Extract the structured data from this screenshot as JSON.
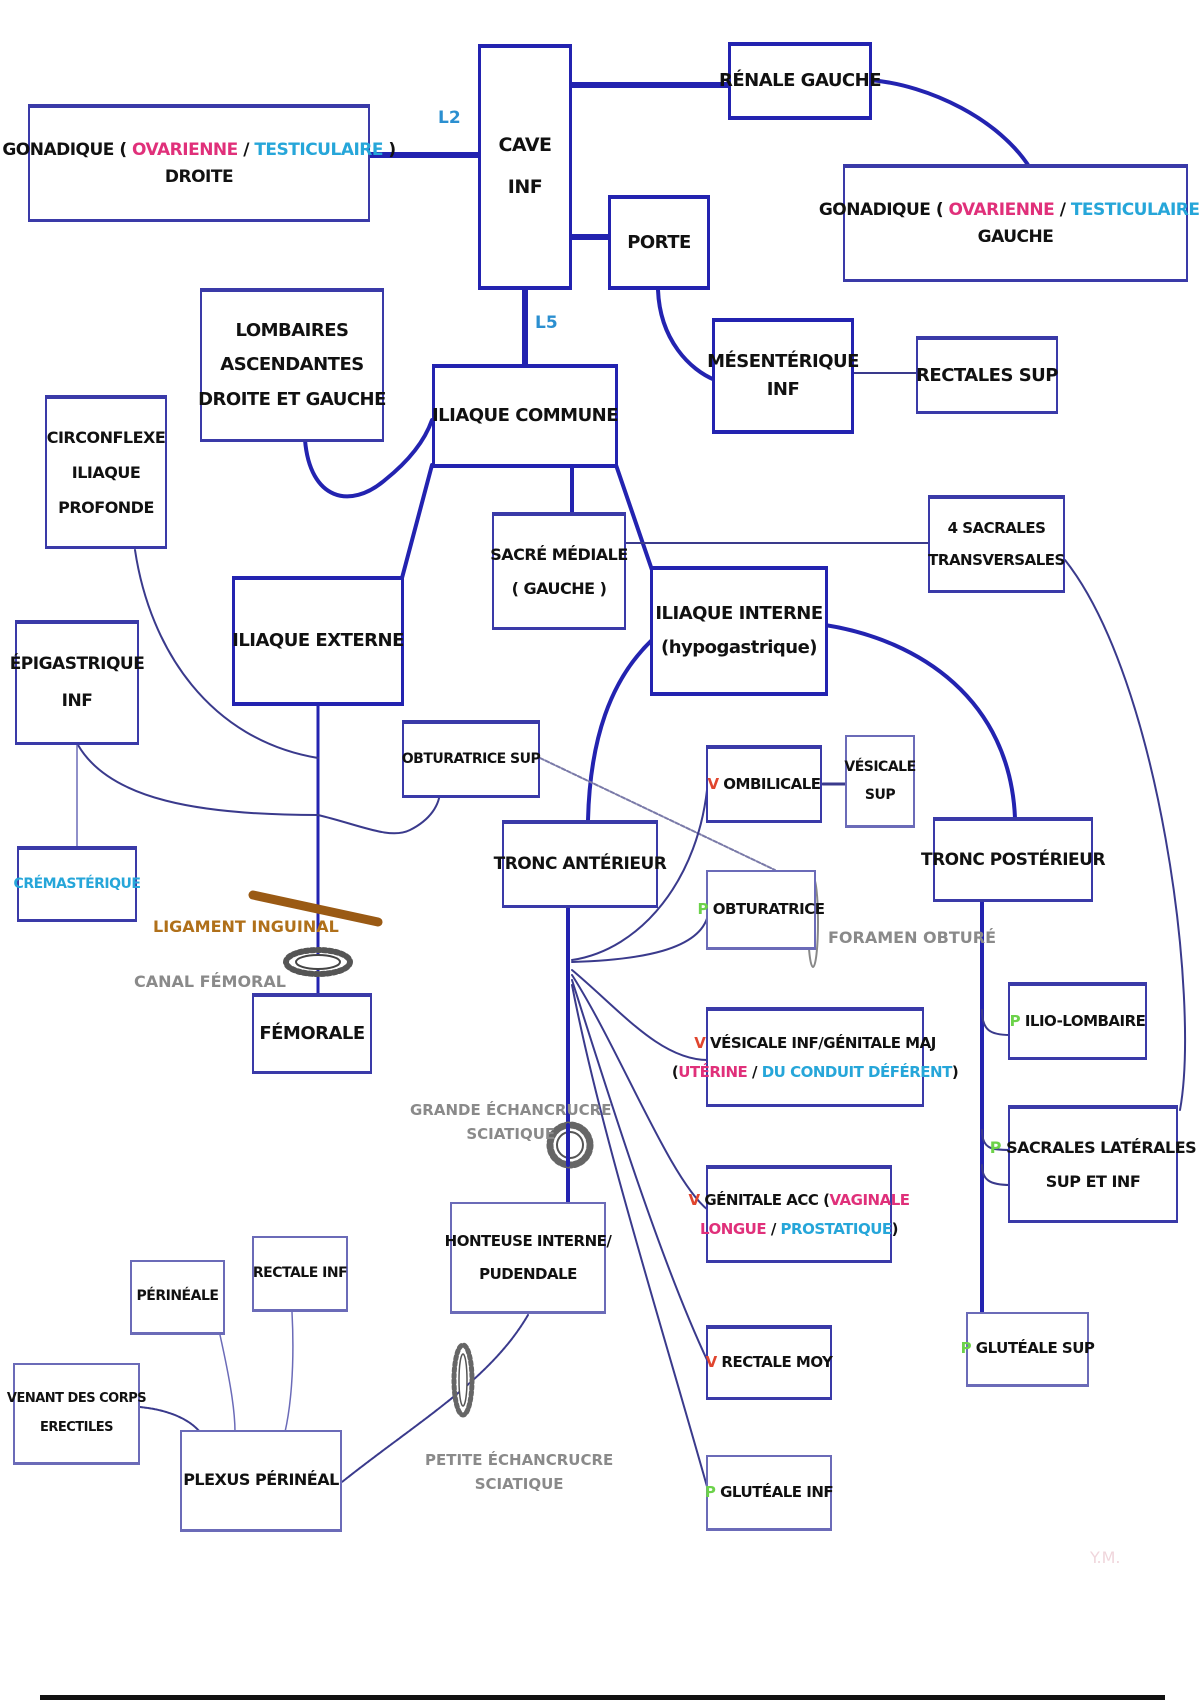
{
  "diagram": {
    "nodes": {
      "gonadique_droite": {
        "l1_a": "GONADIQUE ( ",
        "l1_b": "OVARIENNE",
        "l1_c": " / ",
        "l1_d": "TESTICULAIRE",
        "l1_e": " )",
        "l2": "DROITE"
      },
      "cave_inf": {
        "l1": "CAVE",
        "l2": "INF"
      },
      "renale_gauche": {
        "l1": "RÉNALE GAUCHE"
      },
      "gonadique_gauche": {
        "l1_a": "GONADIQUE ( ",
        "l1_b": "OVARIENNE",
        "l1_c": " / ",
        "l1_d": "TESTICULAIRE",
        "l1_e": " )",
        "l2": "GAUCHE"
      },
      "porte": {
        "l1": "PORTE"
      },
      "lombaires": {
        "l1": "LOMBAIRES",
        "l2": "ASCENDANTES",
        "l3": "DROITE ET GAUCHE"
      },
      "iliaque_commune": {
        "l1": "ILIAQUE COMMUNE"
      },
      "mesenterique_inf": {
        "l1": "MÉSENTÉRIQUE",
        "l2": "INF"
      },
      "rectales_sup": {
        "l1": "RECTALES SUP"
      },
      "circonflexe": {
        "l1": "CIRCONFLEXE",
        "l2": "ILIAQUE",
        "l3": "PROFONDE"
      },
      "sacre_mediale": {
        "l1": "SACRÉ MÉDIALE",
        "l2": "( GAUCHE )"
      },
      "sacrales_transversales": {
        "l1": "4 SACRALES",
        "l2": "TRANSVERSALES"
      },
      "iliaque_externe": {
        "l1": "ILIAQUE EXTERNE"
      },
      "iliaque_interne": {
        "l1": "ILIAQUE INTERNE",
        "l2": "(hypogastrique)"
      },
      "epigastrique_inf": {
        "l1": "ÉPIGASTRIQUE",
        "l2": "INF"
      },
      "obturatrice_sup": {
        "l1": "OBTURATRICE SUP"
      },
      "ombilicale": {
        "prefix": "V",
        "l1": " OMBILICALE"
      },
      "vesicale_sup": {
        "l1": "VÉSICALE",
        "l2": "SUP"
      },
      "cremasterique": {
        "l1": "CRÉMASTÉRIQUE"
      },
      "tronc_anterieur": {
        "l1": "TRONC ANTÉRIEUR"
      },
      "tronc_posterieur": {
        "l1": "TRONC POSTÉRIEUR"
      },
      "obturatrice": {
        "prefix": "P",
        "l1": " OBTURATRICE"
      },
      "femorale": {
        "l1": "FÉMORALE"
      },
      "ilio_lombaire": {
        "prefix": "P",
        "l1": " ILIO-LOMBAIRE"
      },
      "vesicale_inf": {
        "prefix": "V",
        "l1": " VÉSICALE INF/GÉNITALE MAJ",
        "l2_a": "(",
        "l2_b": "UTÉRINE",
        "l2_c": " / ",
        "l2_d": "DU CONDUIT DÉFÉRENT",
        "l2_e": ")"
      },
      "sacrales_laterales": {
        "prefix": "P",
        "l1": " SACRALES LATÉRALES",
        "l2": "SUP ET INF"
      },
      "genitale_acc": {
        "prefix": "V",
        "l1_a": " GÉNITALE ACC (",
        "l1_b": "VAGINALE",
        "l2_a": "LONGUE",
        "l2_b": " / ",
        "l2_c": "PROSTATIQUE",
        "l2_d": ")"
      },
      "honteuse": {
        "l1": "HONTEUSE INTERNE/",
        "l2": "PUDENDALE"
      },
      "perineale": {
        "l1": "PÉRINÉALE"
      },
      "rectale_inf": {
        "l1": "RECTALE INF"
      },
      "corps_erectiles": {
        "l1": "VENANT DES CORPS",
        "l2": "ERECTILES"
      },
      "plexus_perineal": {
        "l1": "PLEXUS PÉRINÉAL"
      },
      "rectale_moy": {
        "prefix": "V",
        "l1": " RECTALE MOY"
      },
      "glutéale_sup": {
        "prefix": "P",
        "l1": " GLUTÉALE SUP"
      },
      "glutéale_inf": {
        "prefix": "P",
        "l1": " GLUTÉALE INF"
      }
    },
    "annotations": {
      "l2": "L2",
      "l5": "L5",
      "ligament_inguinal": "LIGAMENT INGUINAL",
      "canal_femoral": "CANAL FÉMORAL",
      "foramen_obture": "FORAMEN OBTURÉ",
      "grande_echancrure_1": "GRANDE ÉCHANCRUCRE",
      "grande_echancrure_2": "SCIATIQUE",
      "petite_echancrure_1": "PETITE ÉCHANCRUCRE",
      "petite_echancrure_2": "SCIATIQUE",
      "watermark": "Y.M."
    },
    "colors": {
      "main_line": "#2323b0",
      "thin_line": "#3a3a8c",
      "female": "#e0307a",
      "male": "#26a6d9",
      "visceral_V": "#e0452e",
      "parietal_P": "#6cd24a",
      "ligament": "#9a5a14",
      "landmark_grey": "#8a8a8a"
    }
  }
}
